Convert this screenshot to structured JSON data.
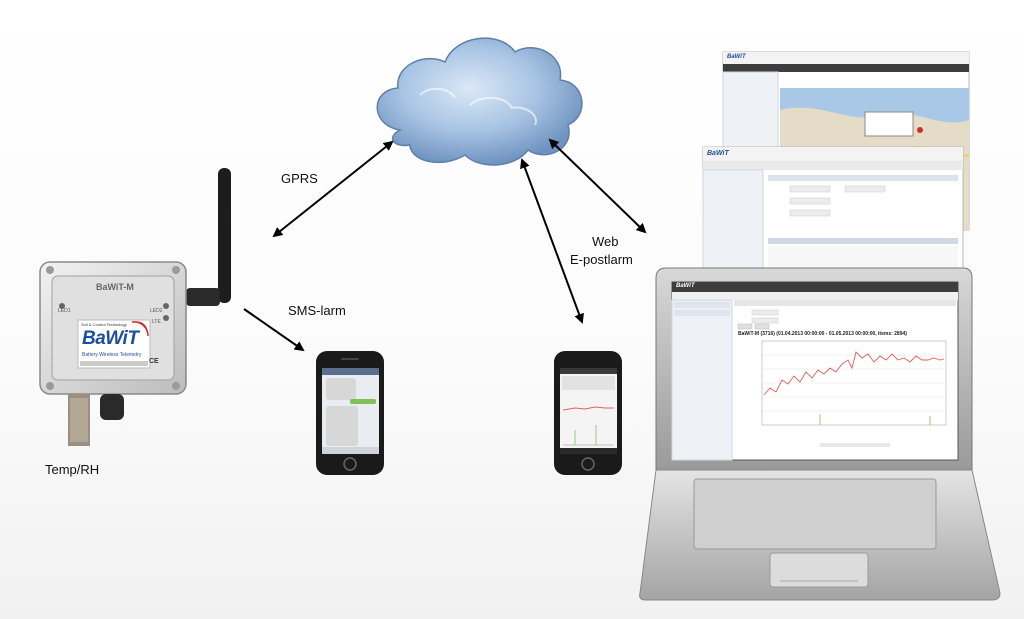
{
  "labels": {
    "gprs": "GPRS",
    "sms_alarm": "SMS-larm",
    "web": "Web",
    "email_alarm": "E-postlarm",
    "temp_rh": "Temp/RH"
  },
  "device": {
    "model": "BaWiT-M",
    "led1": "LED1",
    "led2": "LED2",
    "lte": "LTE",
    "company": "Soil & Control Technology",
    "logo": "BaWiT",
    "tagline": "Battery Wireless Telemetry",
    "ce": "CE"
  },
  "screens": {
    "brand": "BaWiT",
    "chart_title": "BaWiT-M (3716) (01.04.2013 00:00:00 - 01.05.2013 00:00:00, items: 2894)"
  },
  "colors": {
    "cloud": "#8fb3d9",
    "arrow": "#000000",
    "logo_blue": "#1c4f9c",
    "logo_red": "#d0302a",
    "chart_line": "#e06060"
  }
}
